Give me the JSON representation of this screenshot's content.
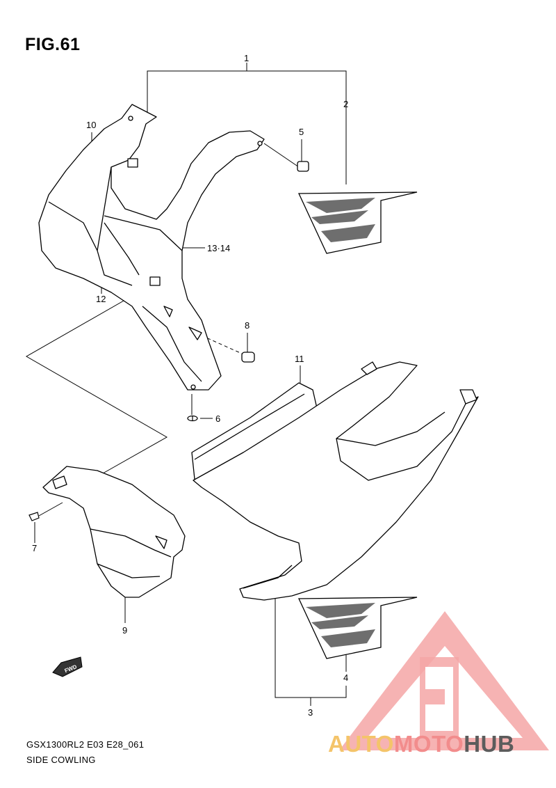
{
  "figure": {
    "title": "FIG.61",
    "model_code": "GSX1300RL2 E03 E28_061",
    "section_name": "SIDE COWLING"
  },
  "callouts": {
    "c1": "1",
    "c2": "2",
    "c3": "3",
    "c4": "4",
    "c5": "5",
    "c6": "6",
    "c7": "7",
    "c8": "8",
    "c9": "9",
    "c10": "10",
    "c11": "11",
    "c12": "12",
    "c13_14": "13·14"
  },
  "direction_badge": "FWD",
  "watermark": {
    "part_a": "AUTO",
    "part_b": "MOTO",
    "part_c": "HUB",
    "colors": {
      "part_a": "#f4c46a",
      "part_b": "#f28c8c",
      "part_c": "#5c5c5c",
      "mark": "#f5a6a6"
    }
  }
}
